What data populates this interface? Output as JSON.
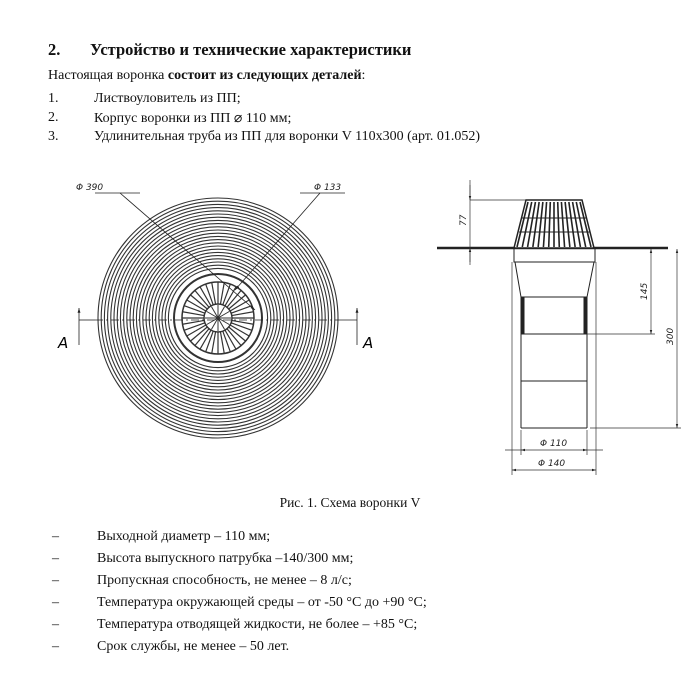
{
  "section": {
    "number": "2.",
    "title": "Устройство и технические характеристики"
  },
  "intro": {
    "prefix": "Настоящая воронка ",
    "bold": "состоит из следующих деталей",
    "suffix": ":"
  },
  "parts": [
    {
      "num": "1.",
      "text": "Листвоуловитель из ПП;"
    },
    {
      "num": "2.",
      "text": "Корпус воронки из ПП ⌀ 110 мм;"
    },
    {
      "num": "3.",
      "text": "Удлинительная труба из ПП для воронки V 110х300 (арт. 01.052)"
    }
  ],
  "figure": {
    "caption": "Рис. 1. Схема воронки V",
    "plan": {
      "d_outer": "Φ 390",
      "d_inner": "Φ 133",
      "section_left": "A",
      "section_right": "A"
    },
    "side": {
      "h_grate": "77",
      "h_mid": "145",
      "h_total": "300",
      "d_pipe": "Φ 110",
      "d_body": "Φ 140"
    }
  },
  "specs": [
    {
      "dash": "–",
      "text": "Выходной диаметр – 110 мм;"
    },
    {
      "dash": "–",
      "text": "Высота выпускного патрубка –140/300 мм;"
    },
    {
      "dash": "–",
      "text": "Пропускная способность, не менее – 8 л/с;"
    },
    {
      "dash": "–",
      "text": "Температура окружающей среды – от -50 °С до +90 °С;"
    },
    {
      "dash": "–",
      "text": "Температура отводящей жидкости, не более – +85 °С;"
    },
    {
      "dash": "–",
      "text": "Срок службы, не менее – 50 лет."
    }
  ]
}
